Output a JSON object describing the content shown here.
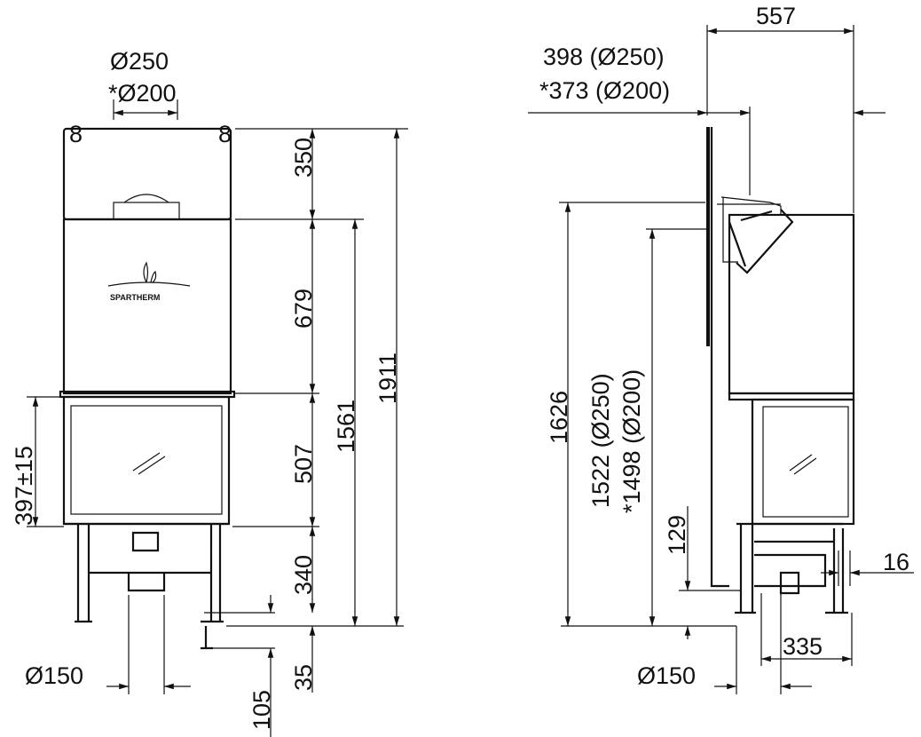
{
  "front_view": {
    "flue_dia_main": "Ø250",
    "flue_dia_alt": "*Ø200",
    "brand_logo": "SPARTHERM",
    "dim_top": "350",
    "dim_upper": "679",
    "dim_firebox": "507",
    "dim_base": "340",
    "dim_feet": "35",
    "dim_total_to_firebox_top": "1561",
    "dim_total": "1911",
    "dim_glass_height": "397±15",
    "dim_air_inlet_dia": "Ø150",
    "dim_air_inlet_height": "105"
  },
  "side_view": {
    "dim_depth": "557",
    "dim_flue_offset_main": "398 (Ø250)",
    "dim_flue_offset_alt": "*373 (Ø200)",
    "dim_height_outlet": "1626",
    "dim_flue_height_main": "1522 (Ø250)",
    "dim_flue_height_alt": "*1498 (Ø200)",
    "dim_inlet_height": "129",
    "dim_side_offset": "16",
    "dim_inlet_offset": "335",
    "dim_air_inlet_dia": "Ø150"
  }
}
